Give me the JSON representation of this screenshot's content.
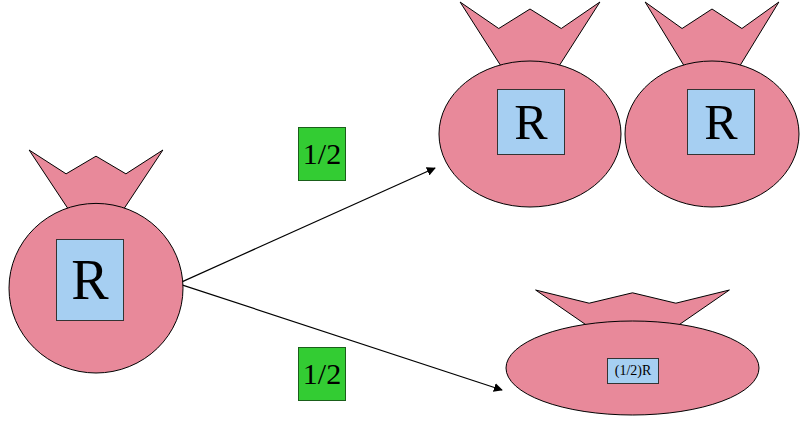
{
  "diagram": {
    "nodes": [
      {
        "text": [
          "R"
        ]
      },
      {
        "text": [
          "R"
        ]
      },
      {
        "text": [
          "R"
        ]
      },
      {
        "text": [
          "(1/2)R"
        ]
      }
    ],
    "edges": [
      {
        "from": 0,
        "to": 1,
        "arrow": "to",
        "label": "1/2"
      },
      {
        "from": 0,
        "to": 3,
        "arrow": "to",
        "label": "1/2"
      }
    ]
  }
}
